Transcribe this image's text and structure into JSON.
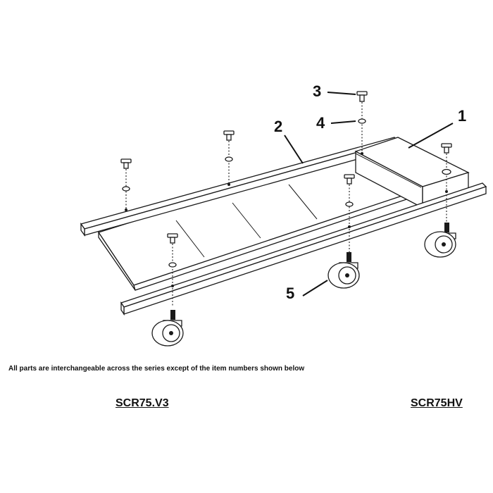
{
  "diagram": {
    "callouts": [
      {
        "number": "1",
        "part": "headrest"
      },
      {
        "number": "2",
        "part": "frame-rail"
      },
      {
        "number": "3",
        "part": "bolt"
      },
      {
        "number": "4",
        "part": "washer"
      },
      {
        "number": "5",
        "part": "caster-wheel"
      }
    ]
  },
  "note": "All parts are interchangeable across the series except of the item numbers shown below",
  "models": {
    "left": "SCR75.V3",
    "right": "SCR75HV"
  }
}
